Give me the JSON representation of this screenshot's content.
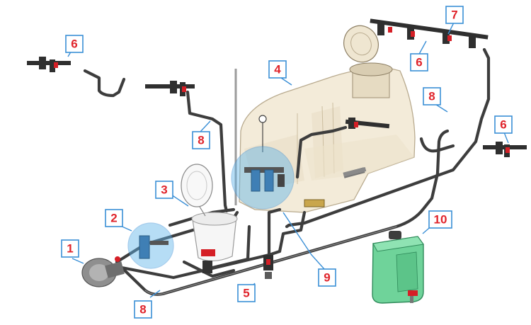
{
  "figure": {
    "alt": "Water supply system diagram",
    "callouts": [
      {
        "id": "1",
        "text": "1"
      },
      {
        "id": "2",
        "text": "2"
      },
      {
        "id": "3",
        "text": "3"
      },
      {
        "id": "4",
        "text": "4"
      },
      {
        "id": "5",
        "text": "5"
      },
      {
        "id": "6a",
        "text": "6"
      },
      {
        "id": "6b",
        "text": "6"
      },
      {
        "id": "6c",
        "text": "6"
      },
      {
        "id": "7",
        "text": "7"
      },
      {
        "id": "8a",
        "text": "8"
      },
      {
        "id": "8b",
        "text": "8"
      },
      {
        "id": "8c",
        "text": "8"
      },
      {
        "id": "9",
        "text": "9"
      },
      {
        "id": "10",
        "text": "10"
      }
    ],
    "colors": {
      "label_border": "#3a8fd6",
      "label_text": "#e0242b",
      "hose": "#3d3d3d",
      "tank_fill": "#f3ebd9",
      "filter_highlight": "#5fb4ea",
      "canister": "#6fd39a",
      "valve_red": "#d51f26"
    }
  }
}
